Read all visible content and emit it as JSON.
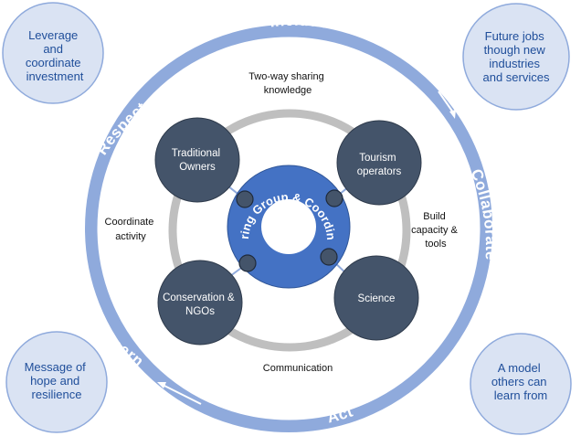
{
  "corners": {
    "top_left": [
      "Leverage",
      "and",
      "coordinate",
      "investment"
    ],
    "top_right": [
      "Future jobs",
      "though new",
      "industries",
      "and services"
    ],
    "bottom_left": [
      "Message of",
      "hope and",
      "resilience"
    ],
    "bottom_right": [
      "A model",
      "others can",
      "learn from"
    ]
  },
  "ring_words": {
    "include": "Include",
    "collaborate": "Collaborate",
    "act": "Act",
    "learn": "Learn",
    "respect": "Respect"
  },
  "labels": {
    "sharing": [
      "Two-way sharing",
      "knowledge"
    ],
    "coordinate": [
      "Coordinate",
      "activity"
    ],
    "build": [
      "Build",
      "capacity &",
      "tools"
    ],
    "communication": "Communication"
  },
  "nodes": {
    "traditional": [
      "Traditional",
      "Owners"
    ],
    "tourism": [
      "Tourism",
      "operators"
    ],
    "conservation": [
      "Conservation &",
      "NGOs"
    ],
    "science": "Science"
  },
  "hub": "Steering Group & Coordinator",
  "colors": {
    "ring": "#8faadc",
    "corner_fill": "#dae3f3",
    "node_fill": "#44546a",
    "hub_fill": "#4472c4",
    "grey_ring": "#bfbfbf"
  }
}
